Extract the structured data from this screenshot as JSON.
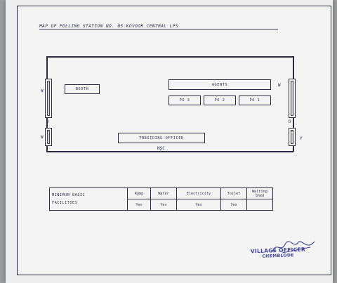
{
  "title": "MAP OF POLLING STATION NO. 05 KOVOOR CENTRAL LPS",
  "map": {
    "booth_label": "BOOTH",
    "agents_label": "AGENTS",
    "po_boxes": [
      "PO 3",
      "PO 2",
      "PO 1"
    ],
    "presiding_label": "PRESIDING OFFICER",
    "bottom_label": "NSC",
    "wall_marks": {
      "left_upper": "W",
      "right_upper": "W",
      "left_lower": "D",
      "right_lower": "D",
      "left_lower_edge": "W",
      "right_lower_edge": "Y"
    }
  },
  "facilities": {
    "header": "MINIMUM BASIC FACILITIES",
    "columns": [
      "Ramp",
      "Water",
      "Electricity",
      "Toilet",
      "Waiting Shed"
    ],
    "values": [
      "Yes",
      "Yes",
      "Yes",
      "Yes",
      ""
    ]
  },
  "seal": {
    "line1": "VILLAGE OFFICER",
    "line2": "CHEMBLODE"
  },
  "colors": {
    "ink": "#2c2c4a",
    "seal": "#3b3f9a",
    "paper": "#eeeeef"
  }
}
